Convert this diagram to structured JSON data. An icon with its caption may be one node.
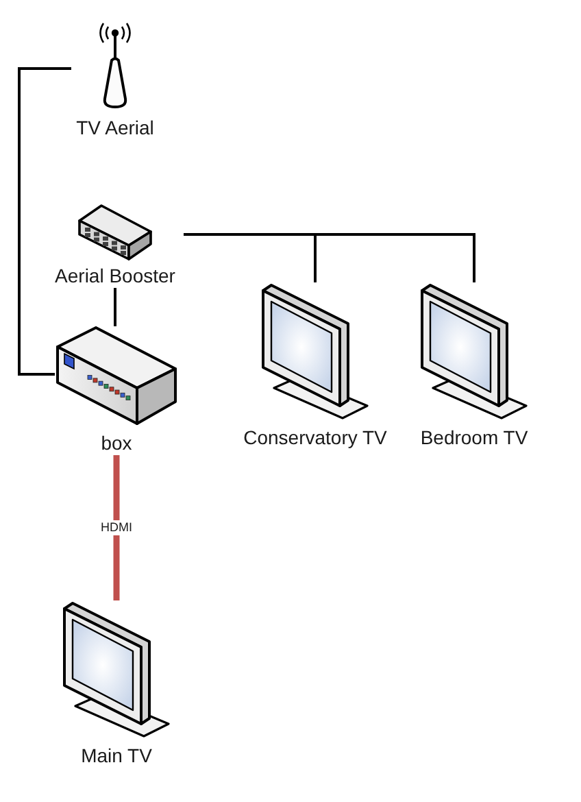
{
  "diagram": {
    "nodes": [
      {
        "text": [
          "TV Aerial"
        ]
      },
      {
        "text": [
          "Aerial Booster"
        ]
      },
      {
        "text": [
          "box"
        ]
      },
      {
        "text": [
          "Conservatory TV"
        ]
      },
      {
        "text": [
          "Bedroom TV"
        ]
      },
      {
        "text": [
          "Main TV"
        ]
      }
    ],
    "edges": [
      {
        "from": 0,
        "to": 2,
        "arrow": "none"
      },
      {
        "from": 1,
        "to": 2,
        "arrow": "none"
      },
      {
        "from": 1,
        "to": 3,
        "arrow": "none"
      },
      {
        "from": 1,
        "to": 4,
        "arrow": "none"
      },
      {
        "from": 2,
        "to": 5,
        "arrow": "none",
        "label": "HDMI",
        "style": "thick",
        "color": "#c0504d"
      }
    ]
  }
}
